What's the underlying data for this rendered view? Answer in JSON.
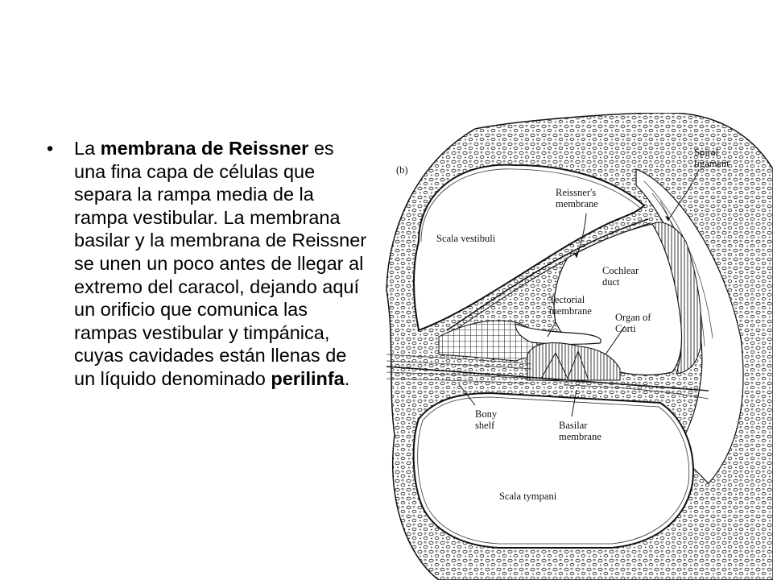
{
  "slide": {
    "bullet_symbol": "•",
    "paragraph": {
      "t1": "La ",
      "b1": "membrana de Reissner",
      "t2": " es una fina capa de células que separa la rampa media de la rampa vestibular. La membrana basilar y la membrana de Reissner se unen un poco antes de llegar al extremo del caracol, dejando aquí un orificio que comunica las rampas vestibular y timpánica, cuyas cavidades están llenas de un líquido denominado ",
      "b2": "perilinfa",
      "t3": "."
    }
  },
  "figure": {
    "panel_label": "(b)",
    "labels": {
      "spiral_ligament_1": "Spiral",
      "spiral_ligament_2": "ligament",
      "reissners_1": "Reissner's",
      "reissners_2": "membrane",
      "scala_vestibuli": "Scala vestibuli",
      "cochlear_1": "Cochlear",
      "cochlear_2": "duct",
      "tectorial_1": "Tectorial",
      "tectorial_2": "membrane",
      "organ_1": "Organ of",
      "organ_2": "Corti",
      "bony_1": "Bony",
      "bony_2": "shelf",
      "basilar_1": "Basilar",
      "basilar_2": "membrane",
      "scala_tympani": "Scala tympani"
    }
  }
}
